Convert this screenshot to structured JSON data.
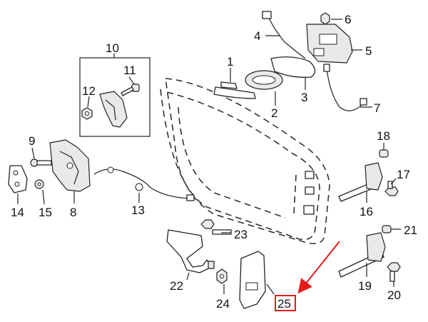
{
  "diagram": {
    "callouts": [
      "1",
      "2",
      "3",
      "4",
      "5",
      "6",
      "7",
      "8",
      "9",
      "10",
      "11",
      "12",
      "13",
      "14",
      "15",
      "16",
      "17",
      "18",
      "19",
      "20",
      "21",
      "22",
      "23",
      "24",
      "25"
    ],
    "highlighted_callout": "25",
    "colors": {
      "highlight": "#e31b1b",
      "line": "#222222",
      "background": "#ffffff"
    }
  }
}
